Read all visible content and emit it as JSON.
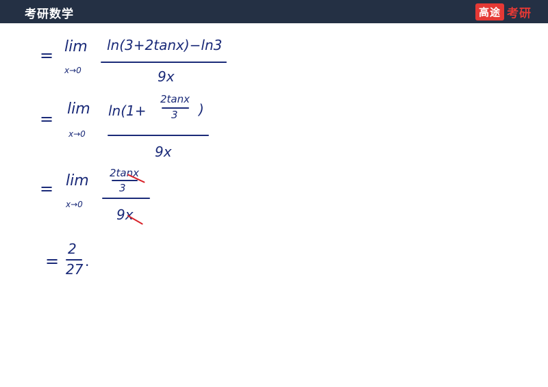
{
  "header": {
    "title": "考研数学",
    "brand_box": "高途",
    "brand_text": "考研"
  },
  "colors": {
    "header_bg": "#243044",
    "ink": "#1a2a78",
    "strike": "#d8232a",
    "brand": "#e53935"
  },
  "steps": [
    {
      "eq": "=",
      "lim": "lim",
      "sub": "x→0",
      "numerator": "ln(3+2tanx)−ln3",
      "denominator": "9x"
    },
    {
      "eq": "=",
      "lim": "lim",
      "sub": "x→0",
      "numerator_ln": "ln(1+",
      "numerator_frac_top": "2tanx",
      "numerator_frac_bottom": "3",
      "numerator_close": ")",
      "denominator": "9x"
    },
    {
      "eq": "=",
      "lim": "lim",
      "sub": "x→0",
      "numerator_frac_top": "2tanx",
      "numerator_frac_bottom": "3",
      "denominator": "9x"
    },
    {
      "eq": "=",
      "numerator": "2",
      "denominator": "27",
      "end": "."
    }
  ]
}
